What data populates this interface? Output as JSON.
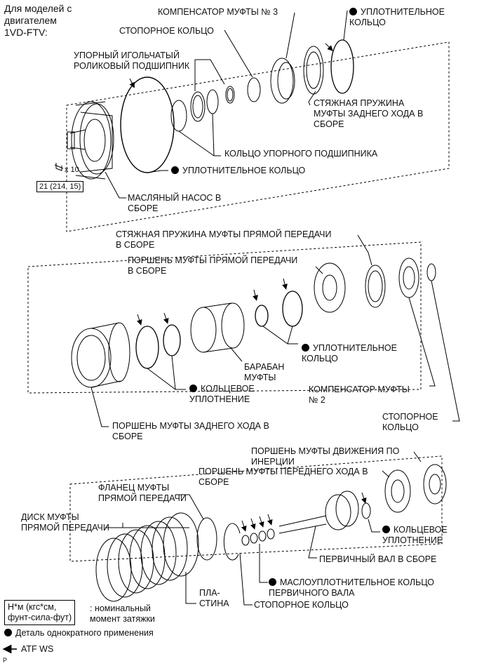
{
  "header": "Для моделей с\nдвигателем\n1VD-FTV:",
  "labels": {
    "clutch_comp3": "КОМПЕНСАТОР МУФТЫ № 3",
    "o_ring_top": "УПЛОТНИТЕЛЬНОЕ\nКОЛЬЦО",
    "snap_ring_top": "СТОПОРНОЕ КОЛЬЦО",
    "needle_bearing": "УПОРНЫЙ ИГОЛЬЧАТЫЙ\nРОЛИКОВЫЙ ПОДШИПНИК",
    "reverse_spring": "СТЯЖНАЯ ПРУЖИНА\nМУФТЫ ЗАДНЕГО ХОДА В\nСБОРЕ",
    "bearing_race": "КОЛЬЦО УПОРНОГО ПОДШИПНИКА",
    "o_ring_pump": "УПЛОТНИТЕЛЬНОЕ КОЛЬЦО",
    "bolt_qty": "x 10",
    "torque_spec": "21 (214, 15)",
    "oil_pump": "МАСЛЯНЫЙ НАСОС В\nСБОРЕ",
    "direct_spring": "СТЯЖНАЯ ПРУЖИНА МУФТЫ ПРЯМОЙ ПЕРЕДАЧИ\nВ СБОРЕ",
    "direct_piston": "ПОРШЕНЬ МУФТЫ ПРЯМОЙ ПЕРЕДАЧИ\nВ СБОРЕ",
    "o_ring_mid": "УПЛОТНИТЕЛЬНОЕ\nКОЛЬЦО",
    "clutch_drum": "БАРАБАН\nМУФТЫ",
    "ring_seal_mid": "КОЛЬЦЕВОЕ\nУПЛОТНЕНИЕ",
    "clutch_comp2": "КОМПЕНСАТОР МУФТЫ\n№ 2",
    "snap_ring_mid": "СТОПОРНОЕ\nКОЛЬЦО",
    "reverse_piston": "ПОРШЕНЬ МУФТЫ ЗАДНЕГО ХОДА В\nСБОРЕ",
    "coast_piston": "ПОРШЕНЬ МУФТЫ ДВИЖЕНИЯ ПО\nИНЕРЦИИ",
    "forward_piston": "ПОРШЕНЬ МУФТЫ ПЕРЕДНЕГО ХОДА В\nСБОРЕ",
    "direct_flange": "ФЛАНЕЦ МУФТЫ\nПРЯМОЙ ПЕРЕДАЧИ",
    "direct_disc": "ДИСК МУФТЫ\nПРЯМОЙ ПЕРЕДАЧИ",
    "ring_seal_bottom": "КОЛЬЦЕВОЕ\nУПЛОТНЕНИЕ",
    "input_shaft": "ПЕРВИЧНЫЙ ВАЛ В СБОРЕ",
    "oil_seal_ring": "МАСЛОУПЛОТНИТЕЛЬНОЕ КОЛЬЦО\nПЕРВИЧНОГО ВАЛА",
    "plate": "ПЛА-\nСТИНА",
    "snap_ring_bottom": "СТОПОРНОЕ КОЛЬЦО"
  },
  "legend": {
    "torque_unit": "Н*м (кгс*см,\nфунт-сила-фут)",
    "torque_desc": ": номинальный\nмомент затяжки",
    "non_reusable": "Деталь однократного применения",
    "atf": "ATF WS"
  },
  "corner_mark": "P"
}
